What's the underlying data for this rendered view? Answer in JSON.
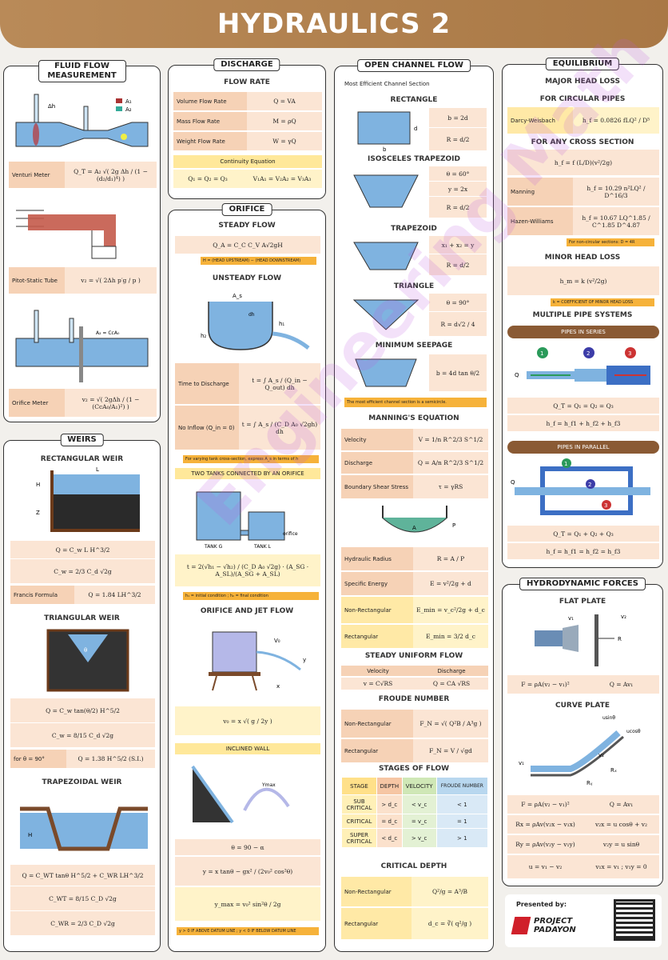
{
  "title": "HYDRAULICS 2",
  "watermark": "Engineering Math",
  "fluid_flow": {
    "title": "FLUID FLOW MEASUREMENT",
    "venturi_label": "Venturi Meter",
    "venturi_fx": "Q_T = A₂ √( 2g Δh / (1 − (d₂/d₁)⁴) )",
    "pitot_label": "Pitot-Static Tube",
    "pitot_fx": "v₂ = √( 2Δh p′g / p )",
    "orifice_label": "Orifice Meter",
    "orifice_fx": "v₂ = √( 2gΔh / (1 − (CcA₀/A₁)²) )",
    "d1": "A₁",
    "d2": "A₂",
    "dh": "Δh",
    "orifice_diag": "A₂ = CcA₀"
  },
  "weirs": {
    "title": "WEIRS",
    "rect_title": "RECTANGULAR WEIR",
    "rect_fx1": "Q = C_w L H^3/2",
    "rect_fx2": "C_w = 2/3 C_d √2g",
    "francis_label": "Francis Formula",
    "francis_fx": "Q = 1.84 LH^3/2",
    "tri_title": "TRIANGULAR WEIR",
    "tri_fx1": "Q = C_w tan(θ/2) H^5/2",
    "tri_fx2": "C_w = 8/15 C_d √2g",
    "tri_note": "for θ = 90°",
    "tri_fx3": "Q = 1.38 H^5/2 (S.I.)",
    "trap_title": "TRAPEZOIDAL WEIR",
    "trap_fx1": "Q = C_WT tanθ H^5/2 + C_WR LH^3/2",
    "trap_fx2": "C_WT = 8/15 C_D √2g",
    "trap_fx3": "C_WR = 2/3 C_D √2g",
    "L": "L",
    "H": "H",
    "Z": "Z",
    "theta": "θ"
  },
  "discharge": {
    "title": "DISCHARGE",
    "flow_rate": "FLOW RATE",
    "rows": [
      {
        "label": "Volume Flow Rate",
        "fx": "Q = VA"
      },
      {
        "label": "Mass Flow Rate",
        "fx": "M = ρQ"
      },
      {
        "label": "Weight Flow Rate",
        "fx": "W = γQ"
      }
    ],
    "continuity": "Continuity Equation",
    "cont_fx1": "Q₁ = Q₂ = Q₃",
    "cont_fx2": "V₁A₁ = V₂A₂ = V₃A₃"
  },
  "orifice": {
    "title": "ORIFICE",
    "steady": "STEADY FLOW",
    "steady_fx": "Q_A = C_C C_V A√2gH",
    "steady_note": "H = (HEAD UPSTREAM) − (HEAD DOWNSTREAM)",
    "unsteady": "UNSTEADY FLOW",
    "time_label": "Time to Discharge",
    "time_fx": "t = ∫ A_s / (Q_in − Q_out) dh",
    "noinflow_label": "No Inflow (Q_in = 0)",
    "noinflow_fx": "t = ∫ A_s / (C_D A₀ √2gh) dh",
    "varying_note": "For varying tank cross-section, express A_s in terms of h",
    "two_tanks": "TWO TANKS CONNECTED BY AN ORIFICE",
    "tank_g": "TANK G",
    "tank_l": "TANK L",
    "orifice_lbl": "orifice",
    "two_fx": "t = 2(√h₁ − √h₂) / (C_D A₀ √2g) · (A_SG · A_SL)/(A_SG + A_SL)",
    "two_note": "h₁ = initial condition ; h₂ = final condition",
    "jet": "ORIFICE AND JET FLOW",
    "jet_fx": "v₀ = x √( g / 2y )",
    "inclined": "INCLINED WALL",
    "incl_fx1": "θ = 90 − α",
    "incl_fx2": "y = x tanθ − gx² / (2v₀² cos²θ)",
    "incl_fx3": "y_max = v₀² sin²θ / 2g",
    "incl_note": "y > 0 IF ABOVE DATUM LINE ; y < 0 IF BELOW DATUM LINE",
    "As": "A_s",
    "dh": "dh",
    "h1": "h₁",
    "h2": "h₂",
    "v0": "V₀",
    "x": "x",
    "y": "y",
    "ymax": "Ymax"
  },
  "open_channel": {
    "title": "OPEN CHANNEL FLOW",
    "most_eff": "Most Efficient Channel Section",
    "sections": [
      {
        "name": "RECTANGLE",
        "fx": [
          "b = 2d",
          "R = d/2"
        ]
      },
      {
        "name": "ISOSCELES TRAPEZOID",
        "fx": [
          "θ = 60°",
          "y = 2x",
          "R = d/2"
        ]
      },
      {
        "name": "TRAPEZOID",
        "fx": [
          "x₁ + x₂ = y",
          "R = d/2"
        ]
      },
      {
        "name": "TRIANGLE",
        "fx": [
          "θ = 90°",
          "R = d√2 / 4"
        ]
      },
      {
        "name": "MINIMUM SEEPAGE",
        "fx": [
          "b = 4d tan θ/2"
        ]
      }
    ],
    "semicircle_note": "The most efficient channel section is a semicircle.",
    "manning_title": "MANNING'S EQUATION",
    "manning_rows": [
      {
        "label": "Velocity",
        "fx": "V = 1/n R^2/3 S^1/2"
      },
      {
        "label": "Discharge",
        "fx": "Q = A/n R^2/3 S^1/2"
      },
      {
        "label": "Boundary Shear Stress",
        "fx": "τ = γRS"
      }
    ],
    "hyd_rows": [
      {
        "label": "Hydraulic Radius",
        "fx": "R = A / P"
      },
      {
        "label": "Specific Energy",
        "fx": "E = v²/2g + d"
      }
    ],
    "emin_rows": [
      {
        "label": "Non-Rectangular",
        "fx": "E_min = v_c²/2g + d_c"
      },
      {
        "label": "Rectangular",
        "fx": "E_min = 3/2 d_c"
      }
    ],
    "steady_title": "STEADY UNIFORM FLOW",
    "steady_head": [
      "Velocity",
      "Discharge"
    ],
    "steady_vals": [
      "v = C√RS",
      "Q = CA √RS"
    ],
    "froude_title": "FROUDE NUMBER",
    "froude_rows": [
      {
        "label": "Non-Rectangular",
        "fx": "F_N = √( Q²B / A³g )"
      },
      {
        "label": "Rectangular",
        "fx": "F_N = V / √gd"
      }
    ],
    "stages_title": "STAGES OF FLOW",
    "stages_head": [
      "STAGE",
      "DEPTH",
      "VELOCITY",
      "FROUDE NUMBER"
    ],
    "stages": [
      [
        "SUB CRITICAL",
        "> d_c",
        "< v_c",
        "< 1"
      ],
      [
        "CRITICAL",
        "= d_c",
        "= v_c",
        "= 1"
      ],
      [
        "SUPER CRITICAL",
        "< d_c",
        "> v_c",
        "> 1"
      ]
    ],
    "critical_title": "CRITICAL DEPTH",
    "critical_rows": [
      {
        "label": "Non-Rectangular",
        "fx": "Q²/g = A³/B"
      },
      {
        "label": "Rectangular",
        "fx": "d_c = ∛( q²/g )"
      }
    ],
    "b": "b",
    "d": "d",
    "A": "A",
    "P": "P"
  },
  "equilibrium": {
    "title": "EQUILIBRIUM",
    "major": "MAJOR HEAD LOSS",
    "circular": "FOR CIRCULAR PIPES",
    "darcy_label": "Darcy-Weisbach",
    "darcy_fx": "h_f = 0.0826 fLQ² / D⁵",
    "any": "FOR ANY CROSS SECTION",
    "any_fx": "h_f = f (L/D)(v²/2g)",
    "manning_label": "Manning",
    "manning_fx": "h_f = 10.29 n²LQ² / D^16/3",
    "hazen_label": "Hazen-Williams",
    "hazen_fx": "h_f = 10.67 LQ^1.85 / C^1.85 D^4.87",
    "noncirc_note": "For non-circular sections: D = 4R",
    "minor": "MINOR HEAD LOSS",
    "minor_fx": "h_m = k (v²/2g)",
    "minor_note": "k = COEFFICIENT OF MINOR HEAD LOSS",
    "multi": "MULTIPLE PIPE SYSTEMS",
    "series": "PIPES IN SERIES",
    "series_fx1": "Q_T = Q₁ = Q₂ = Q₃",
    "series_fx2": "h_f = h_f1 + h_f2 + h_f3",
    "parallel": "PIPES IN PARALLEL",
    "par_fx1": "Q_T = Q₁ + Q₂ + Q₃",
    "par_fx2": "h_f = h_f1 = h_f2 = h_f3",
    "n1": "1",
    "n2": "2",
    "n3": "3",
    "Q": "Q"
  },
  "hydrodynamic": {
    "title": "HYDRODYNAMIC FORCES",
    "flat": "FLAT PLATE",
    "flat_fx1": "F = ρA(v₂ − v₁)²",
    "flat_fx2": "Q = Av₁",
    "curve": "CURVE PLATE",
    "curve_rows": [
      [
        "F = ρA(v₂ − v₁)²",
        "Q = Av₁"
      ],
      [
        "Rx = ρAv(v₂x − v₁x)",
        "v₂x = u cosθ + v₂"
      ],
      [
        "Ry = ρAv(v₂y − v₁y)",
        "v₂y = u sinθ"
      ],
      [
        "u = v₁ − v₂",
        "v₁x = v₁ ; v₁y = 0"
      ]
    ],
    "v1": "v₁",
    "v2": "v₂",
    "R": "R",
    "u_sin": "usinθ",
    "u_cos": "ucosθ",
    "Rx": "Rₓ",
    "Ry": "Rᵧ"
  },
  "brand": {
    "presented": "Presented by:",
    "name": "PROJECT PADAYON"
  },
  "colors": {
    "header": "#a97845",
    "label_bg": "#f6d2b6",
    "formula_bg": "#fbe5d4",
    "yellow": "#ffe89a",
    "note": "#f6b23a",
    "water": "#6aa6d8"
  }
}
